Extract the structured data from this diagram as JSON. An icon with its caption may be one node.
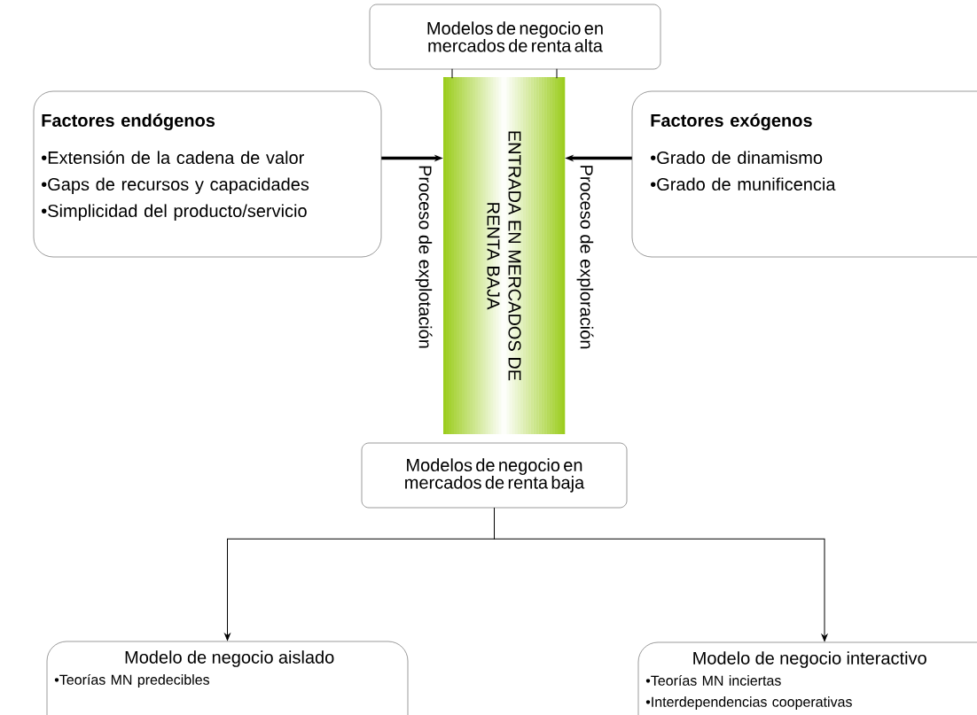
{
  "diagram": {
    "nodes": [
      {
        "text": [
          "Modelos de negocio en mercados de renta alta"
        ]
      },
      {
        "text": [
          "Factores endógenos",
          "•Extensión de la cadena de valor",
          "•Gaps de recursos y capacidades",
          "•Simplicidad del producto/servicio"
        ]
      },
      {
        "text": [
          "ENTRADA EN MERCADOS DE RENTA BAJA"
        ]
      },
      {
        "text": [
          "Factores exógenos",
          "•Grado de dinamismo",
          "•Grado de munificencia"
        ]
      },
      {
        "text": [
          "Modelos de negocio en mercados de renta baja"
        ]
      },
      {
        "text": [
          "Modelo de negocio aislado",
          "•Teorías MN predecibles"
        ]
      },
      {
        "text": [
          "Modelo de negocio interactivo",
          "•Teorías MN inciertas",
          "•Interdependencias cooperativas"
        ]
      }
    ],
    "edges": [
      {
        "from": 0,
        "to": 2,
        "arrow": "none"
      },
      {
        "from": 0,
        "to": 2,
        "arrow": "none"
      },
      {
        "from": 1,
        "to": 2,
        "arrow": "to",
        "style": "thick"
      },
      {
        "from": 3,
        "to": 2,
        "arrow": "to",
        "style": "thick"
      },
      {
        "from": 4,
        "to": 5,
        "arrow": "to"
      },
      {
        "from": 4,
        "to": 6,
        "arrow": "to"
      }
    ],
    "labels": [
      "Proceso de explotación",
      "Proceso de exploración"
    ]
  }
}
